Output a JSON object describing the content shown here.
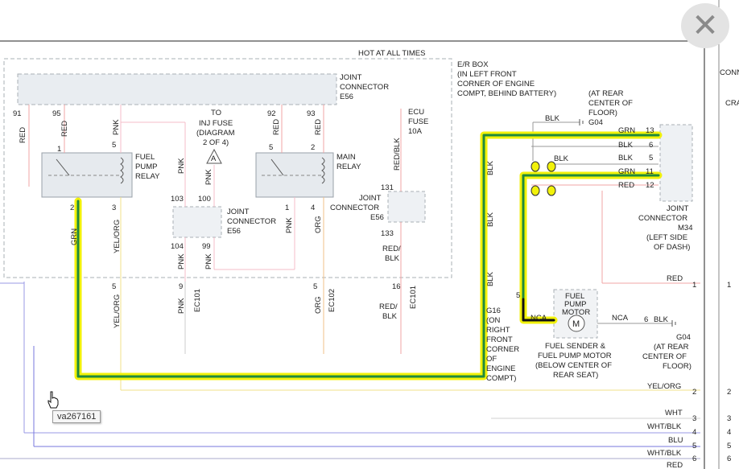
{
  "viewer": {
    "close_glyph": "✕",
    "tooltip": "va267161"
  },
  "diagram": {
    "hot_at_all_times": "HOT AT ALL TIMES",
    "er_box": [
      "E/R BOX",
      "(IN LEFT FRONT",
      "CORNER OF ENGINE",
      "COMPT, BEHIND BATTERY)"
    ],
    "joint_connector_top": [
      "JOINT",
      "CONNECTOR",
      "E56"
    ],
    "inj_fuse": [
      "TO",
      "INJ FUSE",
      "(DIAGRAM",
      "2 OF 4)"
    ],
    "triangle_ref": "A",
    "fuel_pump_relay": [
      "FUEL",
      "PUMP",
      "RELAY"
    ],
    "main_relay": [
      "MAIN",
      "RELAY"
    ],
    "ecu_fuse": [
      "ECU",
      "FUSE",
      "10A"
    ],
    "joint_connector_mid": [
      "JOINT",
      "CONNECTOR",
      "E56"
    ],
    "joint_connector_right": [
      "JOINT",
      "CONNECTOR",
      "E56"
    ],
    "g04_top": [
      "(AT REAR",
      "CENTER OF",
      "FLOOR)",
      "G04"
    ],
    "m34": [
      "JOINT",
      "CONNECTOR",
      "M34",
      "(LEFT SIDE",
      "OF DASH)"
    ],
    "g16": [
      "G16",
      "(ON",
      "RIGHT",
      "FRONT",
      "CORNER",
      "OF",
      "ENGINE",
      "COMPT)"
    ],
    "fuel_pump_motor": [
      "FUEL",
      "PUMP",
      "MOTOR"
    ],
    "motor_symbol": "M",
    "fuel_sender": [
      "FUEL SENDER &",
      "FUEL PUMP MOTOR",
      "(BELOW CENTER OF",
      "REAR SEAT)"
    ],
    "g04_bottom": [
      "G04",
      "(AT REAR",
      "CENTER OF",
      "FLOOR)"
    ],
    "right_edge_top": [
      "CONN",
      "CRA"
    ],
    "pins_top": [
      "91",
      "95",
      "92",
      "93"
    ],
    "wire_colors_top": [
      "RED",
      "RED",
      "PNK",
      "RED",
      "RED"
    ],
    "relay_pins": [
      "1",
      "5",
      "2",
      "3",
      "5",
      "2",
      "1",
      "4"
    ],
    "mid_pins": [
      "103",
      "100",
      "104",
      "99",
      "131",
      "133"
    ],
    "mid_wire_colors": [
      "PNK",
      "PNK",
      "PNK",
      "PNK",
      "RED/BLK",
      "RED/",
      "BLK"
    ],
    "low_wires": [
      "GRN",
      "YEL/ORG",
      "PNK",
      "ORG",
      "PNK",
      "RED/",
      "BLK"
    ],
    "connector_pins": [
      "5",
      "9",
      "5",
      "16"
    ],
    "connector_ids": [
      "EC101",
      "EC102",
      "EC101"
    ],
    "low_colors": [
      "YEL/ORG",
      "PNK",
      "ORG",
      "RED/",
      "BLK"
    ],
    "blk_labels": [
      "BLK",
      "BLK",
      "BLK",
      "BLK",
      "BLK",
      "BLK"
    ],
    "m34_pins": [
      {
        "color": "GRN",
        "pin": "13"
      },
      {
        "color": "BLK",
        "pin": "6"
      },
      {
        "color": "BLK",
        "pin": "5"
      },
      {
        "color": "GRN",
        "pin": "11"
      },
      {
        "color": "RED",
        "pin": "12"
      }
    ],
    "nca": [
      "NCA",
      "NCA"
    ],
    "motor_pins": [
      "5",
      "6"
    ],
    "bus_wires": [
      {
        "color": "RED",
        "pin": "1"
      },
      {
        "color": "YEL/ORG",
        "pin": "2"
      },
      {
        "color": "WHT",
        "pin": "3"
      },
      {
        "color": "WHT/BLK",
        "pin": "4"
      },
      {
        "color": "BLU",
        "pin": "5"
      },
      {
        "color": "WHT/BLK",
        "pin": "6"
      },
      {
        "color": "RED",
        "pin": ""
      }
    ],
    "right_pins": [
      "1",
      "2",
      "3",
      "4",
      "5",
      "6"
    ]
  },
  "colors": {
    "highlight_yellow": "#f2f20a",
    "highlight_green": "#1f8a3c",
    "box_dashed": "#9aa0a6",
    "wire_red": "#f2a4a4",
    "wire_pink": "#f4bcc8",
    "wire_yellow": "#f0e08a",
    "wire_blue": "#9999e6",
    "wire_grey": "#b0b0b0"
  }
}
